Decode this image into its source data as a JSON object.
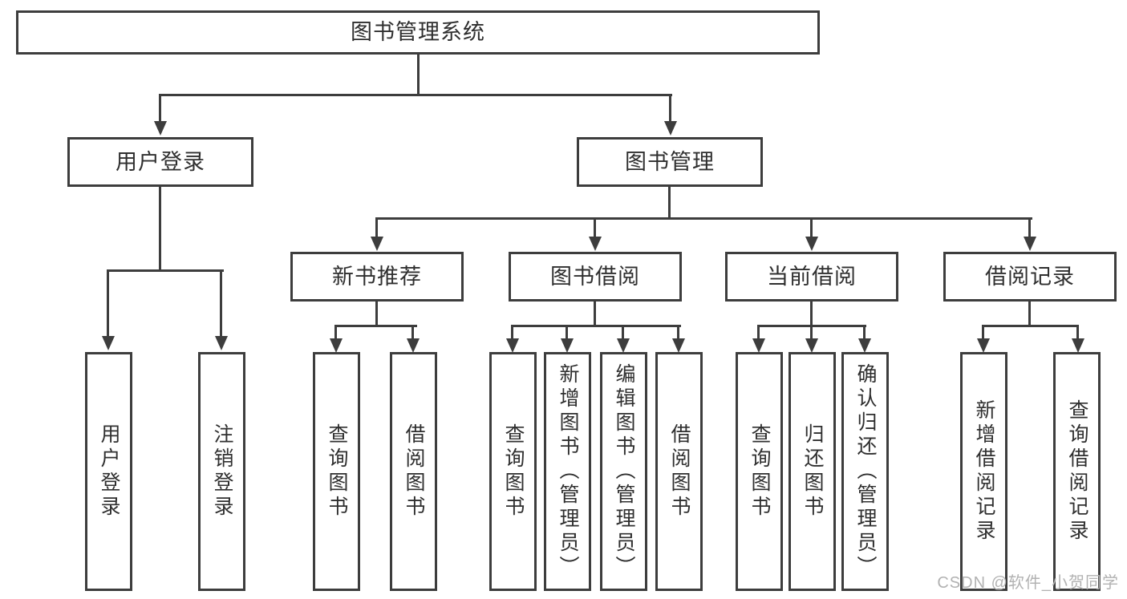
{
  "tree": {
    "root": {
      "label": "图书管理系统",
      "children": [
        {
          "label": "用户登录",
          "children": [
            {
              "label": "用户登录"
            },
            {
              "label": "注销登录"
            }
          ]
        },
        {
          "label": "图书管理",
          "children": [
            {
              "label": "新书推荐",
              "children": [
                {
                  "label": "查询图书"
                },
                {
                  "label": "借阅图书"
                }
              ]
            },
            {
              "label": "图书借阅",
              "children": [
                {
                  "label": "查询图书"
                },
                {
                  "label": "新增图书（管理员）"
                },
                {
                  "label": "编辑图书（管理员）"
                },
                {
                  "label": "借阅图书"
                }
              ]
            },
            {
              "label": "当前借阅",
              "children": [
                {
                  "label": "查询图书"
                },
                {
                  "label": "归还图书"
                },
                {
                  "label": "确认归还（管理员）"
                }
              ]
            },
            {
              "label": "借阅记录",
              "children": [
                {
                  "label": "新增借阅记录"
                },
                {
                  "label": "查询借阅记录"
                }
              ]
            }
          ]
        }
      ]
    }
  },
  "watermark": {
    "text": "CSDN @软件_小贺同学"
  },
  "colors": {
    "line": "#3d3d3d",
    "text": "#2f2f2f",
    "watermark": "#b2b2b2",
    "background": "#ffffff"
  }
}
